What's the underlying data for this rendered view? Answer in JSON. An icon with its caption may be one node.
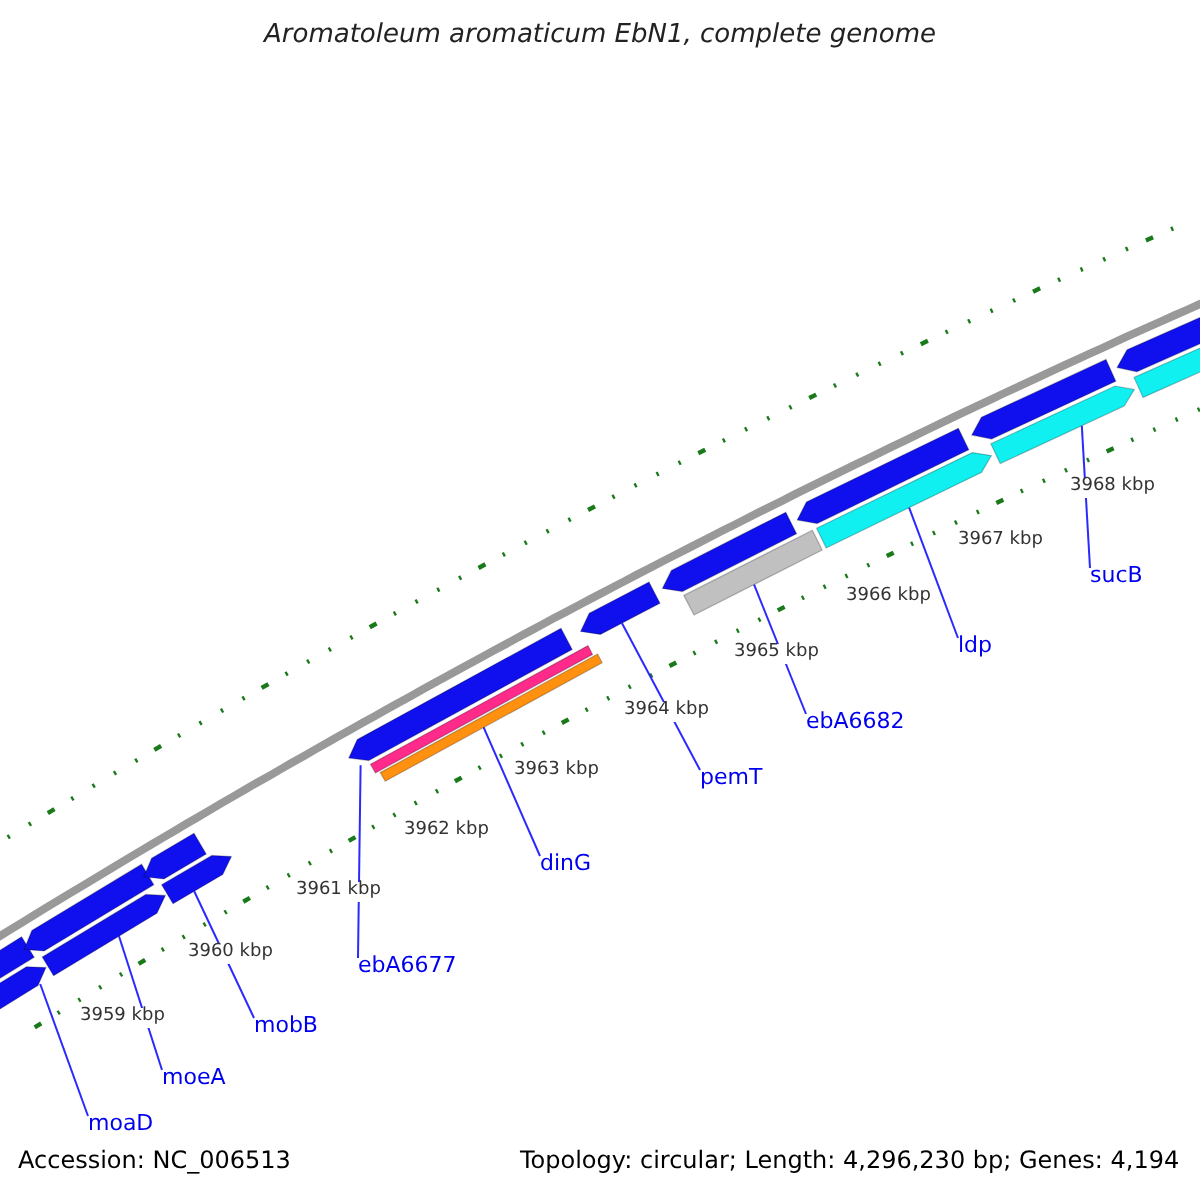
{
  "diagram": {
    "title": "Aromatoleum aromaticum EbN1, complete genome",
    "nodes": [
      {
        "text": [
          "moaD"
        ]
      },
      {
        "text": [
          "moeA"
        ]
      },
      {
        "text": [
          "mobB"
        ]
      },
      {
        "text": [
          "ebA6677"
        ]
      },
      {
        "text": [
          "dinG"
        ]
      },
      {
        "text": [
          "pemT"
        ]
      },
      {
        "text": [
          "ebA6682"
        ]
      },
      {
        "text": [
          "ldp"
        ]
      },
      {
        "text": [
          "sucB"
        ]
      },
      {
        "text": [],
        "shape": "bar"
      },
      {
        "text": [],
        "shape": "bar"
      },
      {
        "text": [],
        "shape": "bar"
      },
      {
        "text": [],
        "shape": "bar"
      },
      {
        "text": [],
        "shape": "bar"
      },
      {
        "text": [],
        "shape": "bar"
      },
      {
        "text": [],
        "shape": "bar"
      },
      {
        "text": [],
        "shape": "bar"
      },
      {
        "text": [],
        "shape": "bar"
      },
      {
        "text": [],
        "shape": "bar"
      },
      {
        "text": [],
        "shape": "bar"
      },
      {
        "text": [],
        "shape": "bar"
      },
      {
        "text": [],
        "shape": "bar"
      },
      {
        "text": [],
        "shape": "bar"
      },
      {
        "text": [],
        "shape": "bar"
      },
      {
        "text": [],
        "shape": "bar"
      },
      {
        "text": [],
        "shape": "bar"
      },
      {
        "text": [],
        "shape": "bar"
      }
    ],
    "edges": [
      {
        "from": 0,
        "to": 18,
        "arrow": "none"
      },
      {
        "from": 1,
        "to": 19,
        "arrow": "none"
      },
      {
        "from": 2,
        "to": 20,
        "arrow": "none"
      },
      {
        "from": 3,
        "to": 12,
        "arrow": "none"
      },
      {
        "from": 4,
        "to": 22,
        "arrow": "none"
      },
      {
        "from": 5,
        "to": 13,
        "arrow": "none"
      },
      {
        "from": 6,
        "to": 23,
        "arrow": "none"
      },
      {
        "from": 7,
        "to": 24,
        "arrow": "none"
      },
      {
        "from": 8,
        "to": 25,
        "arrow": "none"
      }
    ],
    "labels": [
      "3959 kbp",
      "3960 kbp",
      "3961 kbp",
      "3962 kbp",
      "3963 kbp",
      "3964 kbp",
      "3965 kbp",
      "3966 kbp",
      "3967 kbp",
      "3968 kbp",
      "Accession: NC_006513",
      "Topology: circular; Length: 4,296,230 bp; Genes: 4,194"
    ]
  }
}
